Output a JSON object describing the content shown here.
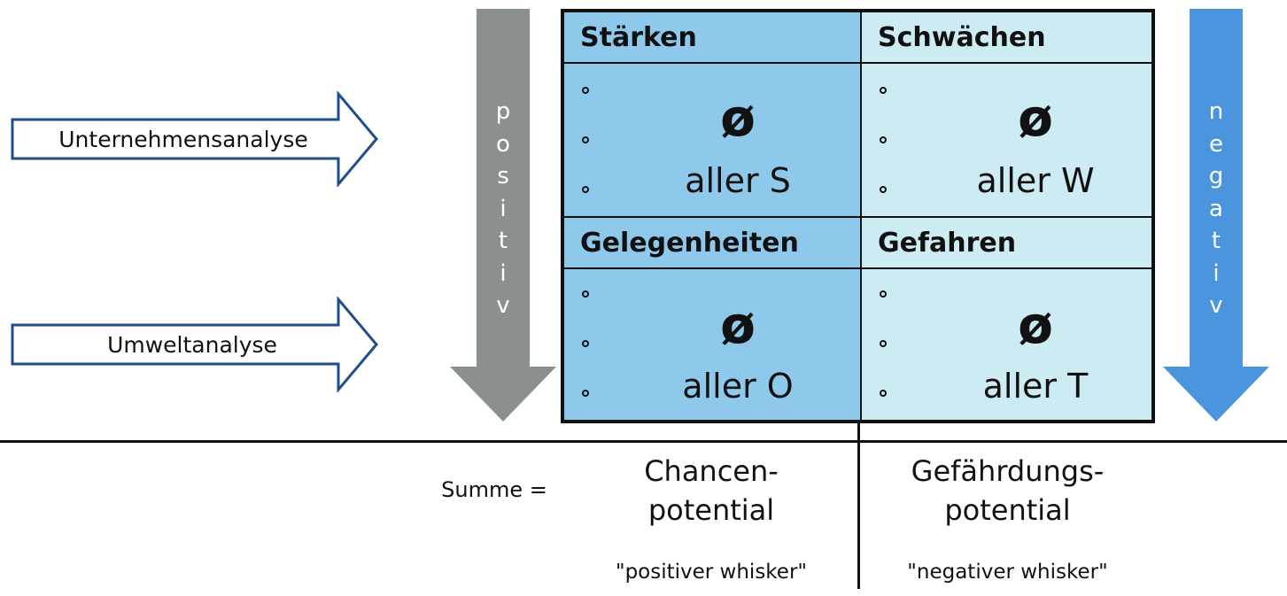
{
  "left_arrows": {
    "company": "Unternehmensanalyse",
    "environment": "Umweltanalyse"
  },
  "vertical_arrows": {
    "positive": {
      "label": "positiv",
      "letters": [
        "p",
        "o",
        "s",
        "i",
        "t",
        "i",
        "v"
      ],
      "color": "#8a8f90"
    },
    "negative": {
      "label": "negativ",
      "letters": [
        "n",
        "e",
        "g",
        "a",
        "t",
        "i",
        "v"
      ],
      "color": "#4a95de"
    }
  },
  "matrix": {
    "strengths": {
      "title": "Stärken",
      "symbol": "ø",
      "text": "aller S"
    },
    "weaknesses": {
      "title": "Schwächen",
      "symbol": "ø",
      "text": "aller W"
    },
    "opportunities": {
      "title": "Gelegenheiten",
      "symbol": "ø",
      "text": "aller O"
    },
    "threats": {
      "title": "Gefahren",
      "symbol": "ø",
      "text": "aller T"
    },
    "colors": {
      "positive": "#8ec9ec",
      "negative": "#cdebf2"
    }
  },
  "bottom": {
    "sum_label": "Summe =",
    "chance_line1": "Chancen-",
    "chance_line2": "potential",
    "chance_note": "\"positiver whisker\"",
    "threat_line1": "Gefährdungs-",
    "threat_line2": "potential",
    "threat_note": "\"negativer whisker\""
  }
}
